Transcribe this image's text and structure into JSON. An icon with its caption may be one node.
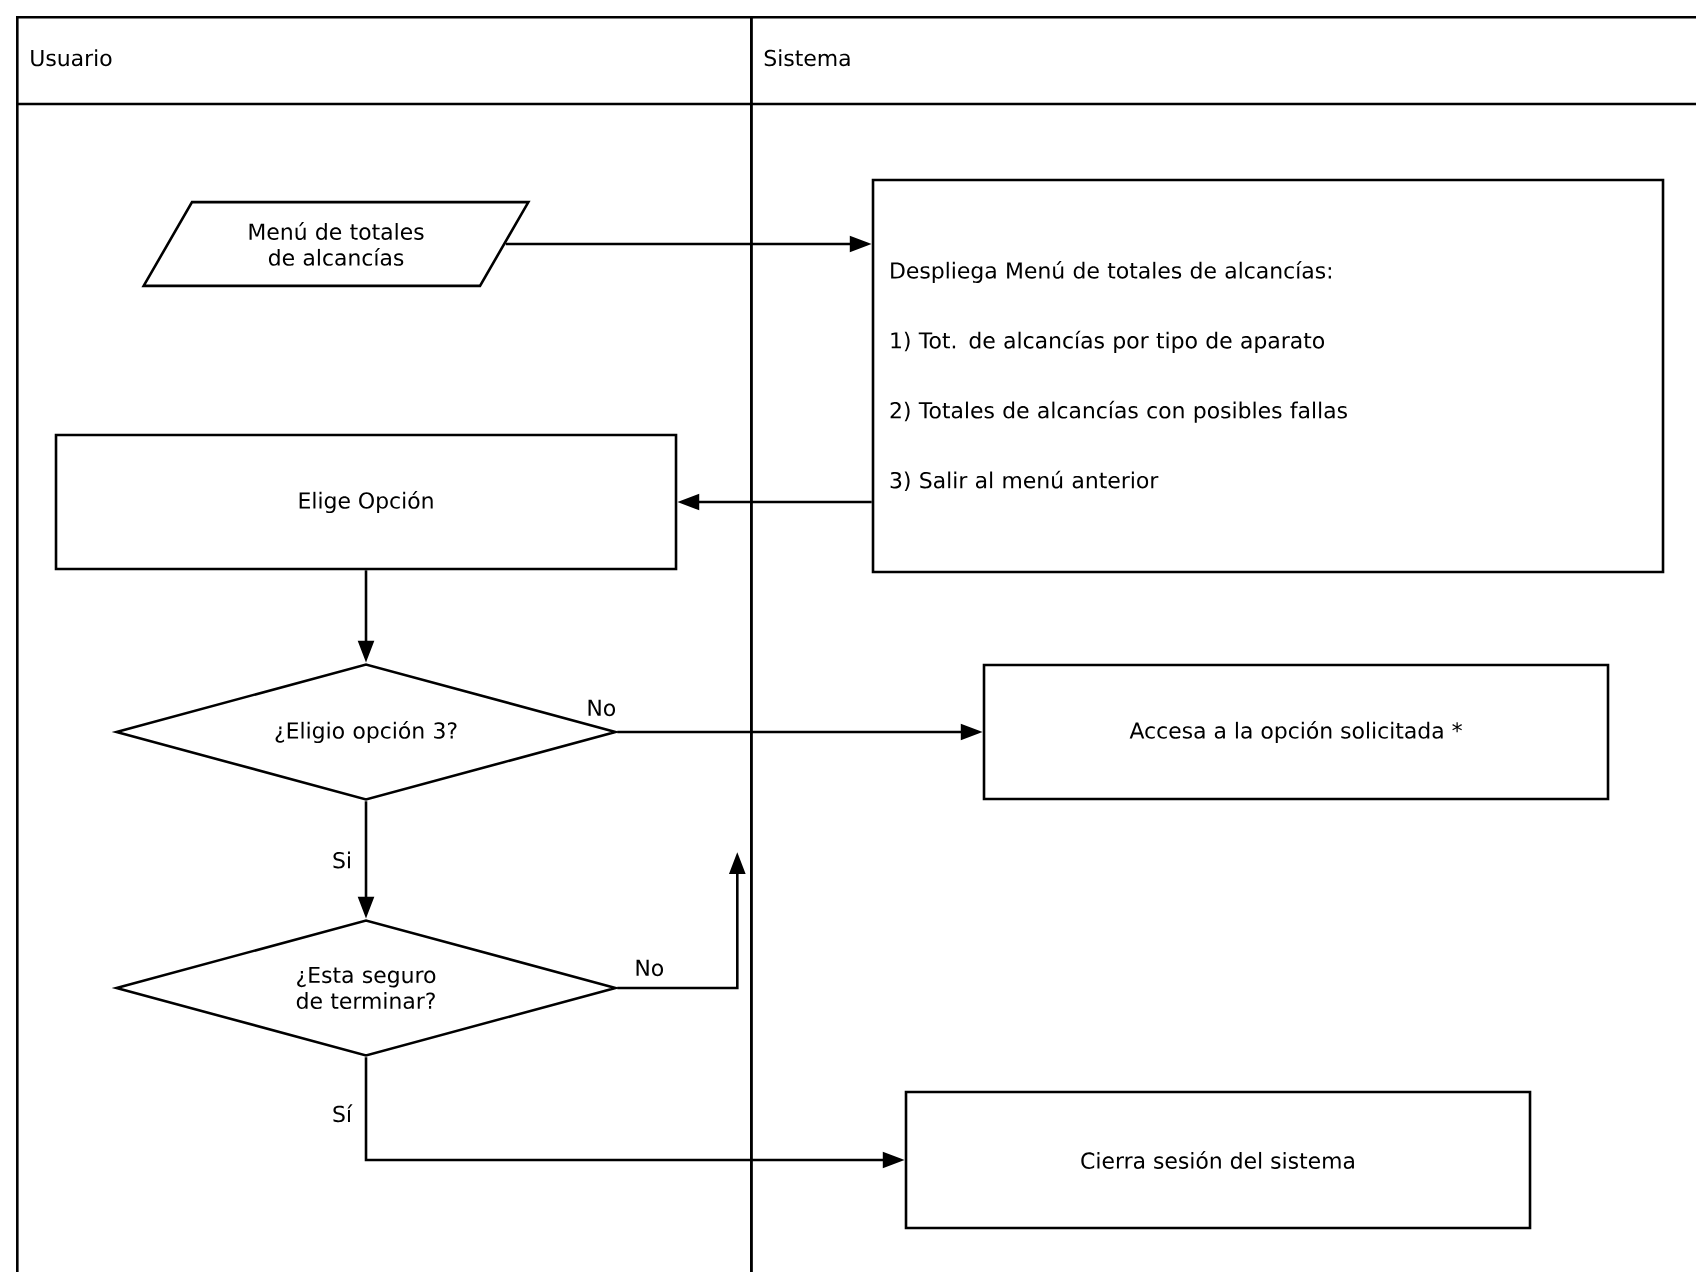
{
  "diagram": {
    "nodes": [
      {
        "text": [
          "Usuario"
        ]
      },
      {
        "text": [
          "Sistema"
        ]
      },
      {
        "text": [
          "Menú de totales de alcancías"
        ],
        "in": 0
      },
      {
        "text": [
          "Despliega Menú de totales de alcancías:",
          "1) Tot. de alcancías por tipo de aparato",
          "2) Totales de alcancías con posibles fallas",
          "3) Salir al menú anterior"
        ],
        "in": 1
      },
      {
        "text": [
          "Elige Opción"
        ],
        "in": 0
      },
      {
        "text": [
          "¿Eligio opción 3?"
        ],
        "in": 0
      },
      {
        "text": [
          "Accesa a la opción solicitada *"
        ],
        "in": 1
      },
      {
        "text": [
          "¿Esta seguro de terminar?"
        ],
        "in": 0
      },
      {
        "text": [
          "Cierra sesión del sistema"
        ],
        "in": 1
      }
    ],
    "edges": [
      {
        "from": 2,
        "to": 3,
        "arrow": "to"
      },
      {
        "from": 3,
        "to": 4,
        "arrow": "to"
      },
      {
        "from": 4,
        "to": 5,
        "arrow": "to"
      },
      {
        "from": 5,
        "to": 6,
        "arrow": "to",
        "label": "No"
      },
      {
        "from": 5,
        "to": 7,
        "arrow": "to",
        "label": "Si"
      },
      {
        "from": 7,
        "to": null,
        "arrow": "to",
        "label": "No"
      },
      {
        "from": 7,
        "to": 8,
        "arrow": "to",
        "label": "Sí"
      }
    ]
  }
}
